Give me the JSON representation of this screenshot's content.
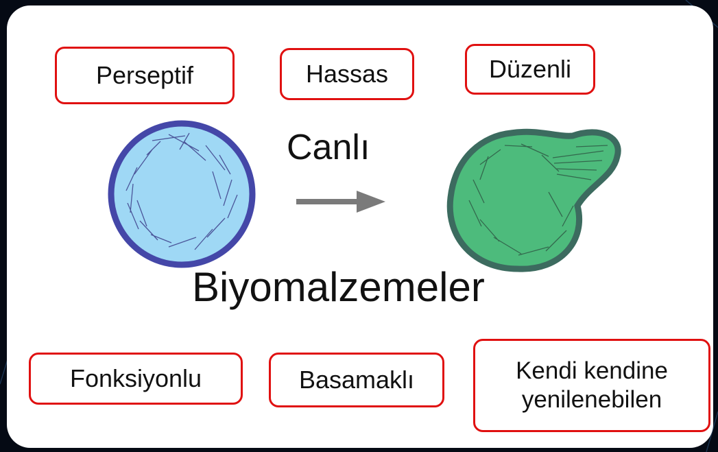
{
  "title": "Biyomalzemeler",
  "arrow_label": "Canlı",
  "top_labels": [
    "Perseptif",
    "Hassas",
    "Düzenli"
  ],
  "bottom_labels": [
    "Fonksiyonlu",
    "Basamaklı",
    "Kendi kendine yenilenebilen"
  ],
  "colors": {
    "background": "#050a14",
    "card": "#ffffff",
    "label_border": "#e01010",
    "blue_cell_fill": "#9fd8f5",
    "blue_cell_stroke": "#4447a8",
    "green_cell_fill": "#4dbb7c",
    "green_cell_stroke": "#3c6b5f",
    "arrow": "#7a7a7a"
  }
}
